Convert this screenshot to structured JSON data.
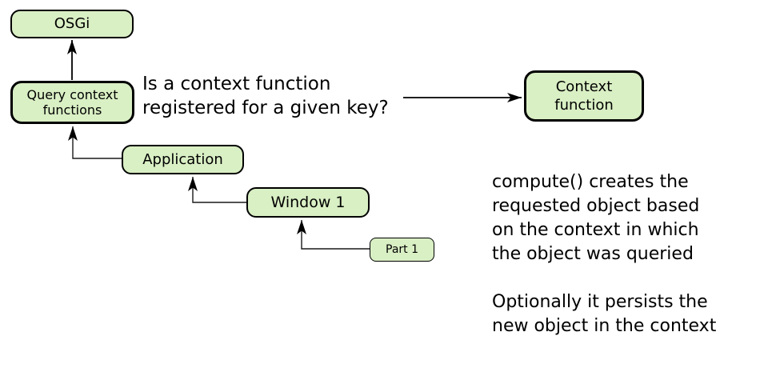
{
  "diagram": {
    "colors": {
      "node_fill": "#d9efc4",
      "node_border": "#000000",
      "arrow": "#000000"
    },
    "nodes": {
      "osgi": {
        "label": "OSGi"
      },
      "query": {
        "lines": [
          "Query context",
          "functions"
        ]
      },
      "application": {
        "label": "Application"
      },
      "window1": {
        "label": "Window 1"
      },
      "part1": {
        "label": "Part 1"
      },
      "context_function": {
        "lines": [
          "Context",
          "function"
        ]
      }
    },
    "question": {
      "lines": [
        "Is a context function",
        "registered for a given key?"
      ]
    },
    "notes": {
      "compute": {
        "lines": [
          "compute() creates the",
          "requested object based",
          "on the context in which",
          "the object was queried"
        ]
      },
      "optional": {
        "lines": [
          "Optionally it persists the",
          "new object in the context"
        ]
      }
    }
  }
}
